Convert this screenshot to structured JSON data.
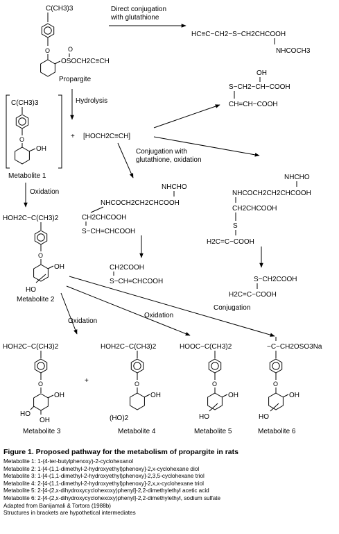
{
  "structures": {
    "tbu_top": "C(CH3)3",
    "propargite_ester": "OSOCH2C≡CH",
    "propargite_ester_o": "O",
    "propargite_name": "Propargite",
    "gsh_product": "HC≡C−CH2−S−CH2CHCOOH",
    "gsh_product_sub": "NHCOCH3",
    "bracket_tbu": "C(CH3)3",
    "bracket_oh": "OH",
    "bracket_o": "O",
    "metabolite1_name": "Metabolite 1",
    "plus1": "+",
    "propargyl_alcohol": "HOCH2C≡CH",
    "top_right_a": "OH",
    "top_right_b": "S−CH2−CH−COOH",
    "top_right_c": "CH=CH−COOH",
    "mid_nhcho": "NHCHO",
    "mid_chain": "NHCOCH2CH2CHCOOH",
    "mid_ch2": "CH2CHCOOH",
    "mid_s": "S−CH=CHCOOH",
    "mid_lower_ch2": "CH2COOH",
    "mid_lower_s": "S−CH=CHCOOH",
    "right_nhcho": "NHCHO",
    "right_chain": "NHCOCH2CH2CHCOOH",
    "right_ch2": "CH2CHCOOH",
    "right_s": "S",
    "right_h2c": "H2C=C−COOH",
    "right_lower_s": "S−CH2COOH",
    "right_lower_h2c": "H2C=C−COOH",
    "m2_top": "HOH2C−C(CH3)2",
    "m2_oh": "OH",
    "m2_ho": "HO",
    "metabolite2_name": "Metabolite 2",
    "m3_top": "HOH2C−C(CH3)2",
    "m3_oh": "OH",
    "m3_ho": "HO",
    "m3_oh2": "OH",
    "metabolite3_name": "Metabolite 3",
    "plus2": "+",
    "m4_top": "HOH2C−C(CH3)2",
    "m4_oh": "OH",
    "m4_ho2": "(HO)2",
    "metabolite4_name": "Metabolite 4",
    "m5_top": "HOOC−C(CH3)2",
    "m5_oh": "OH",
    "m5_ho": "HO",
    "metabolite5_name": "Metabolite 5",
    "m6_top": "−C−CH2OSO3Na",
    "m6_oh": "OH",
    "m6_ho": "HO",
    "metabolite6_name": "Metabolite 6"
  },
  "arrows": {
    "direct_conjugation_1": "Direct conjugation",
    "direct_conjugation_2": "with glutathione",
    "hydrolysis": "Hydrolysis",
    "conj_ox_1": "Conjugation with",
    "conj_ox_2": "glutathione, oxidation",
    "oxidation_1": "Oxidation",
    "oxidation_2": "Oxidation",
    "oxidation_3": "Oxidation",
    "conjugation": "Conjugation"
  },
  "caption": {
    "title": "Figure 1.  Proposed pathway for the metabolism of propargite in rats",
    "lines": [
      "Metabolite 1: 1-(4-ter-butylphenoxy)-2-cyclohexanol",
      "Metabolite 2: 1-[4-(1,1-dimethyl-2-hydroxyethyl)phenoxy]-2,x-cyclohexane diol",
      "Metabolite 3: 1-[4-(1,1-dimethyl-2-hydroxyethyl)phenoxy]-2,3,5-cyclohexane triol",
      "Metabolite 4: 2-[4-(1,1-dimethyl-2-hydroxyethyl)phenoxy]-2,x,x-cyclohexane triol",
      "Metabolite 5: 2-[4-(2,x-dihydroxycyclohexoxy)phenyl]-2,2-dimethylethyl acetic acid",
      "Metabolite 6: 2-[4-(2,x-dihydroxycyclohexoxy)phenyl]-2,2-dimethylethyl, sodium sulfate",
      "Adapted from Banijamali & Tortora (1988b)",
      "Structures in brackets are hypothetical intermediates"
    ]
  }
}
